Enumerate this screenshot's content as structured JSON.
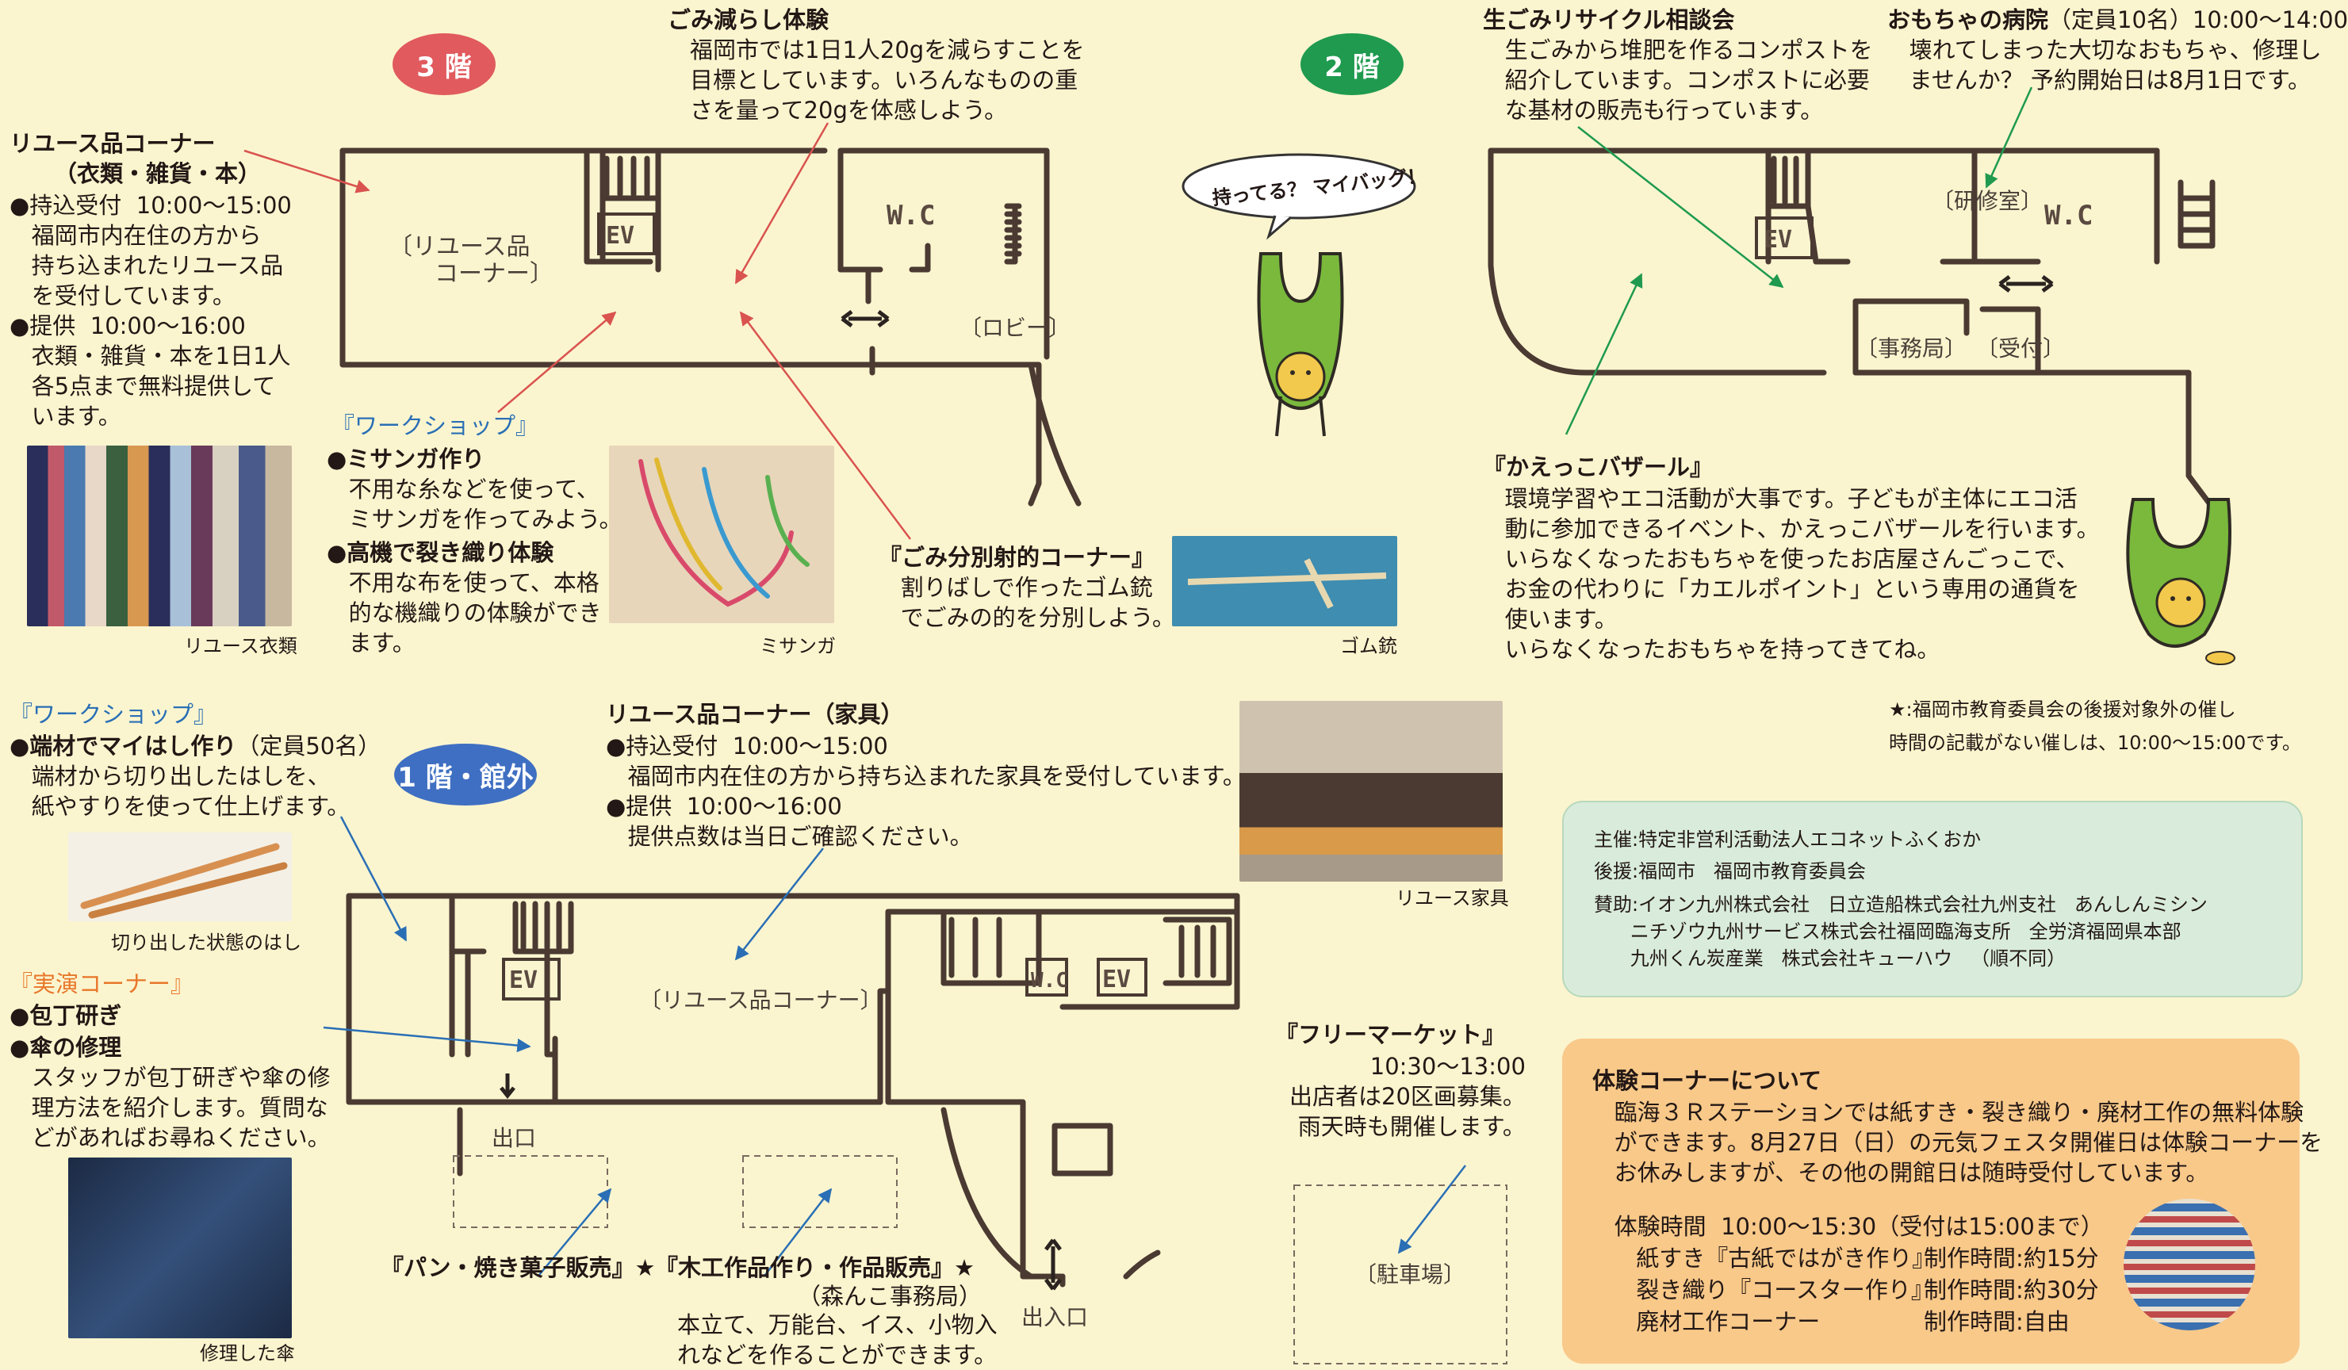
{
  "floor3": {
    "badge": "3 階",
    "reuse": {
      "title": "リユース品コーナー",
      "subtitle": "（衣類・雑貨・本）",
      "body": "●持込受付  10:00～15:00\n   福岡市内在住の方から\n   持ち込まれたリユース品\n   を受付しています。\n●提供  10:00～16:00\n   衣類・雑貨・本を1日1人\n   各5点まで無料提供して\n   います。",
      "photo_caption": "リユース衣類"
    },
    "garbage": {
      "title": "ごみ減らし体験",
      "body": "福岡市では1日1人20gを減らすことを\n目標としています。いろんなものの重\nさを量って20gを体感しよう。"
    },
    "workshop": {
      "title": "『ワークショップ』",
      "item1_title": "●ミサンガ作り",
      "item1_body": "   不用な糸などを使って、\n   ミサンガを作ってみよう。",
      "item2_title": "●高機で裂き織り体験",
      "item2_body": "   不用な布を使って、本格\n   的な機織りの体験ができ\n   ます。",
      "photo_caption": "ミサンガ"
    },
    "shooting": {
      "title": "『ごみ分別射的コーナー』",
      "body": "   割りばしで作ったゴム銃\n   でごみの的を分別しよう。",
      "photo_caption": "ゴム銃"
    },
    "map": {
      "reuse_label_1": "リユース品",
      "reuse_label_2": "コーナー",
      "lobby": "〔ロビー〕",
      "ev": "EV",
      "wc": "W.C"
    }
  },
  "floor2": {
    "badge": "2 階",
    "compost": {
      "title": "生ごみリサイクル相談会",
      "body": "   生ごみから堆肥を作るコンポストを\n   紹介しています。コンポストに必要\n   な基材の販売も行っています。"
    },
    "toy": {
      "title": "おもちゃの病院",
      "title_note": "（定員10名）10:00～14:00",
      "body": "   壊れてしまった大切なおもちゃ、修理し\n   ませんか？ 予約開始日は8月1日です。"
    },
    "kaekko": {
      "title": "『かえっこバザール』",
      "body": "   環境学習やエコ活動が大事です。子どもが主体にエコ活\n   動に参加できるイベント、かえっこバザールを行います。\n   いらなくなったおもちゃを使ったお店屋さんごっこで、\n   お金の代わりに「カエルポイント」という専用の通貨を\n   使います。\n   いらなくなったおもちゃを持ってきてね。"
    },
    "map": {
      "training": "〔研修室〕",
      "office": "〔事務局〕",
      "reception": "〔受付〕",
      "ev": "EV",
      "wc": "W.C"
    },
    "mascot_bubble": "持ってる？ マイバッグ！"
  },
  "floor1": {
    "badge": "1 階・館外",
    "workshop": {
      "title": "『ワークショップ』",
      "item_title": "●端材でマイはし作り",
      "item_note": "（定員50名）",
      "body": "   端材から切り出したはしを、\n   紙やすりを使って仕上げます。",
      "photo_caption": "切り出した状態のはし"
    },
    "demo": {
      "title": "『実演コーナー』",
      "item1": "●包丁研ぎ",
      "item2": "●傘の修理",
      "body": "   スタッフが包丁研ぎや傘の修\n   理方法を紹介します。質問な\n   どがあればお尋ねください。",
      "photo_caption": "修理した傘"
    },
    "furniture": {
      "title": "リユース品コーナー（家具）",
      "body": "●持込受付  10:00～15:00\n   福岡市内在住の方から持ち込まれた家具を受付しています。\n●提供  10:00～16:00\n   提供点数は当日ご確認ください。",
      "photo_caption": "リユース家具"
    },
    "market": {
      "title": "『フリーマーケット』",
      "body": "10:30～13:00\n出店者は20区画募集。\n雨天時も開催します。"
    },
    "bread": "『パン・焼き菓子販売』★",
    "wood": {
      "title": "『木工作品作り・作品販売』★",
      "sub": "（森んこ事務局）",
      "body": "本立て、万能台、イス、小物入\nれなどを作ることができます。"
    },
    "map": {
      "reuse_label": "〔リユース品コーナー〕",
      "exit": "出口",
      "entrance": "出入口",
      "parking": "〔駐車場〕",
      "ev": "EV",
      "wc": "W.C"
    }
  },
  "notes": {
    "line1": "★:福岡市教育委員会の後援対象外の催し",
    "line2": "時間の記載がない催しは、10:00～15:00です。"
  },
  "sponsors": {
    "host": "主催:特定非営利活動法人エコネットふくおか",
    "support": "後援:福岡市   福岡市教育委員会",
    "cosponsor": "賛助:イオン九州株式会社   日立造船株式会社九州支社   あんしんミシン\n      ニチゾウ九州サービス株式会社福岡臨海支所   全労済福岡県本部\n      九州くん炭産業   株式会社キューハウ   （順不同）"
  },
  "experience": {
    "title": "体験コーナーについて",
    "body": "   臨海３Ｒステーションでは紙すき・裂き織り・廃材工作の無料体験\n   ができます。8月27日（日）の元気フェスタ開催日は体験コーナーを\n   お休みしますが、その他の開館日は随時受付しています。",
    "time": "   体験時間  10:00～15:30（受付は15:00まで）",
    "row1_name": "      紙すき『古紙ではがき作り』",
    "row1_time": "制作時間:約15分",
    "row2_name": "      裂き織り『コースター作り』",
    "row2_time": "制作時間:約30分",
    "row3_name": "      廃材工作コーナー",
    "row3_time": "制作時間:自由"
  },
  "colors": {
    "floor3_badge": "#e05a5e",
    "floor2_badge": "#1f9a4f",
    "floor1_badge": "#3f6fc2",
    "background": "#fbf5cf",
    "sponsor_box": "#d9ecdb",
    "experience_box": "#f9c98a",
    "mascot": "#7ab93c"
  }
}
